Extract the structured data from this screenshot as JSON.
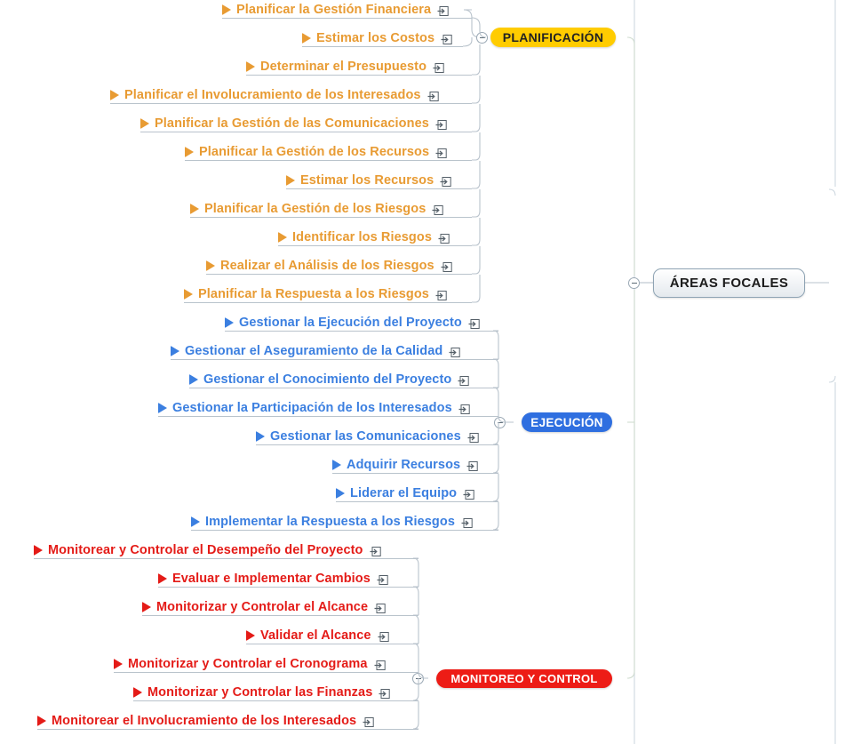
{
  "map": {
    "root_label": "ÁREAS FOCALES",
    "note_icon": "note-icon",
    "bullet_icon": "triangle-bullet-icon",
    "toggle_icon": "collapse-minus-icon",
    "colors": {
      "planificacion_fill": "#FFCC00",
      "planificacion_text": "#222222",
      "planificacion_leaf": "#E89B33",
      "ejecucion_fill": "#2F6FE0",
      "ejecucion_text": "#FFFFFF",
      "ejecucion_leaf": "#3B7FE0",
      "monitoreo_fill": "#ED1C16",
      "monitoreo_text": "#FFFFFF",
      "monitoreo_leaf": "#E41B17",
      "root_border": "#8FA4B4",
      "connector": "#B9C3CC"
    },
    "branches": [
      {
        "id": "planificacion",
        "label": "PLANIFICACIÓN",
        "leaves": [
          "Planificar la Gestión Financiera",
          "Estimar los Costos",
          "Determinar el Presupuesto",
          "Planificar el Involucramiento de los Interesados",
          "Planificar la Gestión de las Comunicaciones",
          "Planificar la Gestión de los Recursos",
          "Estimar los Recursos",
          "Planificar la Gestión de los Riesgos",
          "Identificar los Riesgos",
          "Realizar el Análisis de los Riesgos",
          "Planificar la Respuesta a los Riesgos"
        ]
      },
      {
        "id": "ejecucion",
        "label": "EJECUCIÓN",
        "leaves": [
          "Gestionar la Ejecución del Proyecto",
          "Gestionar el Aseguramiento de la Calidad",
          "Gestionar el Conocimiento del Proyecto",
          "Gestionar la Participación de los Interesados",
          "Gestionar las Comunicaciones",
          "Adquirir Recursos",
          "Liderar el Equipo",
          "Implementar la Respuesta a los Riesgos"
        ]
      },
      {
        "id": "monitoreo",
        "label": "MONITOREO Y CONTROL",
        "leaves": [
          "Monitorear y Controlar el Desempeño del Proyecto",
          "Evaluar e Implementar Cambios",
          "Monitorizar y Controlar el Alcance",
          "Validar el Alcance",
          "Monitorizar y Controlar el Cronograma",
          "Monitorizar y Controlar las Finanzas",
          "Monitorear el Involucramiento de los Interesados"
        ]
      }
    ]
  }
}
